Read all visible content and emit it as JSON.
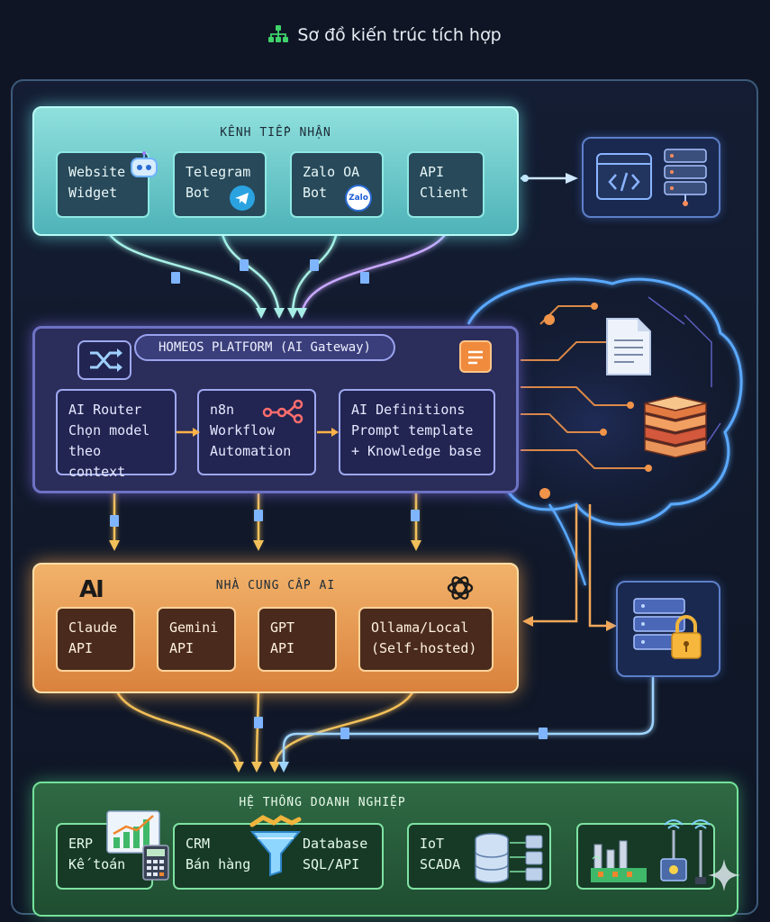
{
  "title": "Sơ đồ kiến trúc tích hợp",
  "intake": {
    "title": "KÊNH TIẾP NHẬN",
    "items": [
      {
        "line1": "Website",
        "line2": "Widget"
      },
      {
        "line1": "Telegram",
        "line2": "Bot"
      },
      {
        "line1": "Zalo OA",
        "line2": "Bot"
      },
      {
        "line1": "API",
        "line2": "Client"
      }
    ],
    "zalo_logo": "Zalo"
  },
  "platform": {
    "title": "HOMEOS PLATFORM (AI Gateway)",
    "items": [
      {
        "line1": "AI Router",
        "line2": "Chọn model",
        "line3": "theo context"
      },
      {
        "line1": "n8n",
        "line2": "Workflow",
        "line3": "Automation"
      },
      {
        "line1": "AI Definitions",
        "line2": "Prompt template",
        "line3": "+ Knowledge base"
      }
    ]
  },
  "providers": {
    "title": "NHÀ CUNG CẤP AI",
    "logo_text": "AI",
    "items": [
      {
        "line1": "Claude",
        "line2": "API"
      },
      {
        "line1": "Gemini",
        "line2": "API"
      },
      {
        "line1": "GPT",
        "line2": "API"
      },
      {
        "line1": "Ollama/Local",
        "line2": "(Self-hosted)"
      }
    ]
  },
  "enterprise": {
    "title": "HỆ THỐNG DOANH NGHIỆP",
    "items": [
      {
        "line1": "ERP",
        "line2": "Kế toán"
      },
      {
        "line1": "CRM",
        "line2": "Bán hàng"
      },
      {
        "line1": "Database",
        "line2": "SQL/API"
      },
      {
        "line1": "IoT",
        "line2": "SCADA"
      }
    ]
  },
  "icons": [
    "hierarchy-icon",
    "robot-icon",
    "telegram-icon",
    "zalo-icon",
    "code-icon",
    "server-icon",
    "shuffle-icon",
    "n8n-icon",
    "note-icon",
    "document-icon",
    "books-icon",
    "brain-icon",
    "anthropic-icon",
    "openai-icon",
    "secure-server-icon",
    "chart-icon",
    "calculator-icon",
    "handshake-icon",
    "funnel-icon",
    "database-icon",
    "factory-icon",
    "antenna-icon",
    "sparkle-icon"
  ],
  "colors": {
    "background": "#0f1524",
    "intake": "#6cc9cb",
    "platform": "#2b2d5a",
    "providers": "#e89a52",
    "enterprise": "#2a5e3c",
    "brain_glow": "#4aa3ff"
  }
}
